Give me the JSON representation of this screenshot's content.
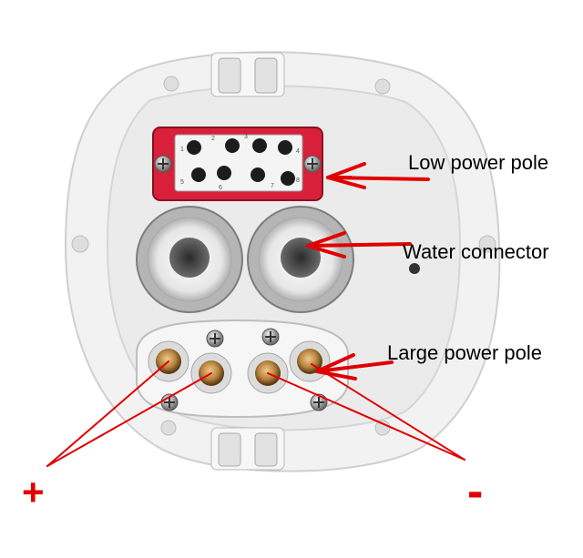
{
  "labels": {
    "low_power_pole": "Low power pole",
    "water_connector": "Water connector",
    "large_power_pole": "Large power pole"
  },
  "terminals": {
    "positive": "+",
    "negative": "-"
  },
  "pin_numbers": [
    "1",
    "2",
    "3",
    "4",
    "5",
    "6",
    "7",
    "8"
  ],
  "colors": {
    "arrow": "#e00000",
    "housing": "#efefef",
    "connector_frame": "#d8203a",
    "brass": "#c89a55"
  }
}
